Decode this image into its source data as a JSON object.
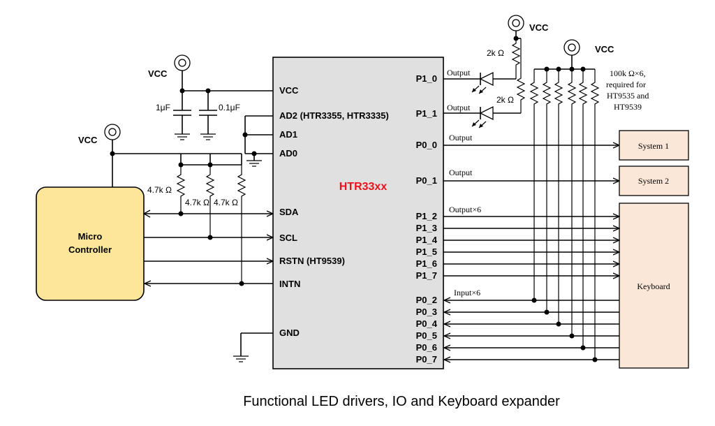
{
  "chip": {
    "name": "HTR33xx",
    "name_color": "#e8141c",
    "fill": "#e0e0e0"
  },
  "chip_left_pins": {
    "vcc": "VCC",
    "ad2": "AD2 (HTR3355, HTR3335)",
    "ad1": "AD1",
    "ad0": "AD0",
    "sda": "SDA",
    "scl": "SCL",
    "rstn": "RSTN (HT9539)",
    "intn": "INTN",
    "gnd": "GND"
  },
  "chip_right_pins": {
    "p1_0": "P1_0",
    "p1_1": "P1_1",
    "p0_0": "P0_0",
    "p0_1": "P0_1",
    "p1_2": "P1_2",
    "p1_3": "P1_3",
    "p1_4": "P1_4",
    "p1_5": "P1_5",
    "p1_6": "P1_6",
    "p1_7": "P1_7",
    "p0_2": "P0_2",
    "p0_3": "P0_3",
    "p0_4": "P0_4",
    "p0_5": "P0_5",
    "p0_6": "P0_6",
    "p0_7": "P0_7"
  },
  "micro_controller": {
    "line1": "Micro",
    "line2": "Controller",
    "fill": "#fde69a"
  },
  "power": {
    "vcc_caps": "VCC",
    "vcc_mcu": "VCC",
    "vcc_led": "VCC",
    "vcc_pullup": "VCC"
  },
  "components": {
    "cap1": "1μF",
    "cap2": "0.1μF",
    "r_sda": "4.7k Ω",
    "r_scl": "4.7k Ω",
    "r_intn": "4.7k Ω",
    "r_led1": "2k Ω",
    "r_led2": "2k Ω",
    "pullup_note": [
      "100k Ω×6,",
      "required for",
      "HT9535 and",
      "HT9539"
    ]
  },
  "signals": {
    "out_p1_0": "Output",
    "out_p1_1": "Output",
    "out_p0_0": "Output",
    "out_p0_1": "Output",
    "out_keys": "Output×6",
    "in_keys": "Input×6"
  },
  "blocks": {
    "system1": "System 1",
    "system2": "System 2",
    "keyboard": "Keyboard",
    "fill": "#fbe7d8"
  },
  "caption": "Functional LED drivers, IO and Keyboard expander"
}
